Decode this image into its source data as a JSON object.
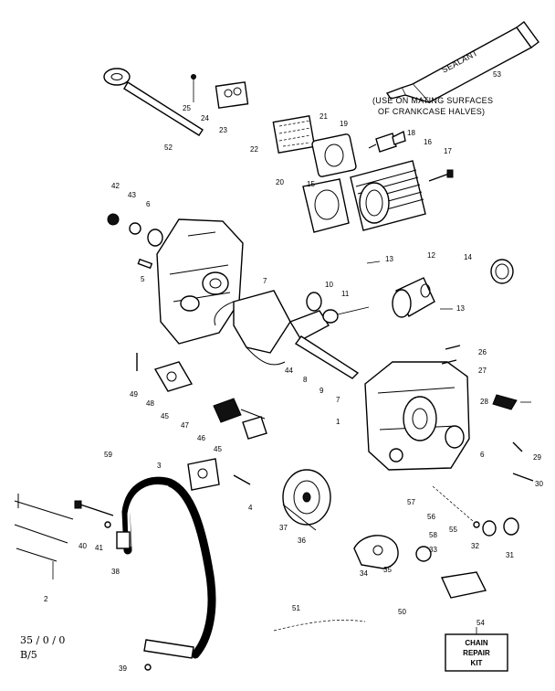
{
  "diagram": {
    "notes": {
      "sealant_label": "SEALANT",
      "sealant_use_line1": "(USE ON MATING SURFACES",
      "sealant_use_line2": "OF CRANKCASE HALVES)",
      "kit_line1": "CHAIN",
      "kit_line2": "REPAIR",
      "kit_line3": "KIT",
      "page_code": "B/5",
      "handwritten": "35 / 0 / 0"
    },
    "callouts": [
      {
        "id": "c1",
        "text": "1"
      },
      {
        "id": "c2",
        "text": "2"
      },
      {
        "id": "c3",
        "text": "3"
      },
      {
        "id": "c4",
        "text": "4"
      },
      {
        "id": "c5",
        "text": "5"
      },
      {
        "id": "c6a",
        "text": "6"
      },
      {
        "id": "c6b",
        "text": "6"
      },
      {
        "id": "c7a",
        "text": "7"
      },
      {
        "id": "c7b",
        "text": "7"
      },
      {
        "id": "c8",
        "text": "8"
      },
      {
        "id": "c9",
        "text": "9"
      },
      {
        "id": "c10",
        "text": "10"
      },
      {
        "id": "c11",
        "text": "11"
      },
      {
        "id": "c12",
        "text": "12"
      },
      {
        "id": "c13a",
        "text": "13"
      },
      {
        "id": "c13b",
        "text": "13"
      },
      {
        "id": "c14",
        "text": "14"
      },
      {
        "id": "c15",
        "text": "15"
      },
      {
        "id": "c16",
        "text": "16"
      },
      {
        "id": "c17",
        "text": "17"
      },
      {
        "id": "c18",
        "text": "18"
      },
      {
        "id": "c19",
        "text": "19"
      },
      {
        "id": "c20",
        "text": "20"
      },
      {
        "id": "c21",
        "text": "21"
      },
      {
        "id": "c22",
        "text": "22"
      },
      {
        "id": "c23",
        "text": "23"
      },
      {
        "id": "c24",
        "text": "24"
      },
      {
        "id": "c25",
        "text": "25"
      },
      {
        "id": "c26",
        "text": "26"
      },
      {
        "id": "c27",
        "text": "27"
      },
      {
        "id": "c28",
        "text": "28"
      },
      {
        "id": "c29",
        "text": "29"
      },
      {
        "id": "c30",
        "text": "30"
      },
      {
        "id": "c31",
        "text": "31"
      },
      {
        "id": "c32",
        "text": "32"
      },
      {
        "id": "c33",
        "text": "33"
      },
      {
        "id": "c34",
        "text": "34"
      },
      {
        "id": "c35",
        "text": "35"
      },
      {
        "id": "c36",
        "text": "36"
      },
      {
        "id": "c37",
        "text": "37"
      },
      {
        "id": "c38",
        "text": "38"
      },
      {
        "id": "c39",
        "text": "39"
      },
      {
        "id": "c40",
        "text": "40"
      },
      {
        "id": "c41",
        "text": "41"
      },
      {
        "id": "c42",
        "text": "42"
      },
      {
        "id": "c43",
        "text": "43"
      },
      {
        "id": "c44",
        "text": "44"
      },
      {
        "id": "c45a",
        "text": "45"
      },
      {
        "id": "c45b",
        "text": "45"
      },
      {
        "id": "c46",
        "text": "46"
      },
      {
        "id": "c47",
        "text": "47"
      },
      {
        "id": "c48",
        "text": "48"
      },
      {
        "id": "c49",
        "text": "49"
      },
      {
        "id": "c50",
        "text": "50"
      },
      {
        "id": "c51",
        "text": "51"
      },
      {
        "id": "c52",
        "text": "52"
      },
      {
        "id": "c53",
        "text": "53"
      },
      {
        "id": "c54",
        "text": "54"
      },
      {
        "id": "c55",
        "text": "55"
      },
      {
        "id": "c56",
        "text": "56"
      },
      {
        "id": "c57",
        "text": "57"
      },
      {
        "id": "c58",
        "text": "58"
      },
      {
        "id": "c59",
        "text": "59"
      }
    ]
  }
}
